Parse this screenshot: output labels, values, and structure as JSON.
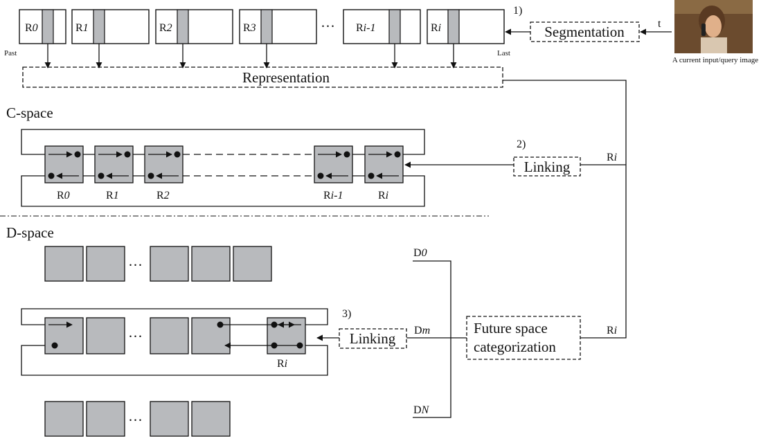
{
  "top_registers": [
    {
      "base": "R",
      "sub": "0"
    },
    {
      "base": "R",
      "sub": "1"
    },
    {
      "base": "R",
      "sub": "2"
    },
    {
      "base": "R",
      "sub": "3"
    },
    {
      "base": "R",
      "sub": "i-1"
    },
    {
      "base": "R",
      "sub": "i"
    }
  ],
  "labels": {
    "past": "Past",
    "last": "Last",
    "ellipsis": "···",
    "step1": "1)",
    "segmentation": "Segmentation",
    "t": "t",
    "query_caption": "A current input/query image",
    "representation": "Representation",
    "c_space": "C-space",
    "step2": "2)",
    "linking": "Linking",
    "ri_base": "R",
    "ri_sub": "i",
    "d_space": "D-space",
    "step3": "3)",
    "d0_base": "D",
    "d0_sub": "0",
    "dm_base": "D",
    "dm_sub": "m",
    "dn_base": "D",
    "dn_sub": "N",
    "future_line1": "Future space",
    "future_line2": "categorization"
  },
  "c_space_nodes": [
    {
      "base": "R",
      "sub": "0"
    },
    {
      "base": "R",
      "sub": "1"
    },
    {
      "base": "R",
      "sub": "2"
    },
    {
      "base": "R",
      "sub": "i-1"
    },
    {
      "base": "R",
      "sub": "i"
    }
  ],
  "colors": {
    "node_fill": "#b8babd",
    "stroke": "#111111",
    "photo_bg": "#6b4b2e",
    "photo_face": "#e0b08a",
    "photo_hair": "#5a3a22"
  }
}
